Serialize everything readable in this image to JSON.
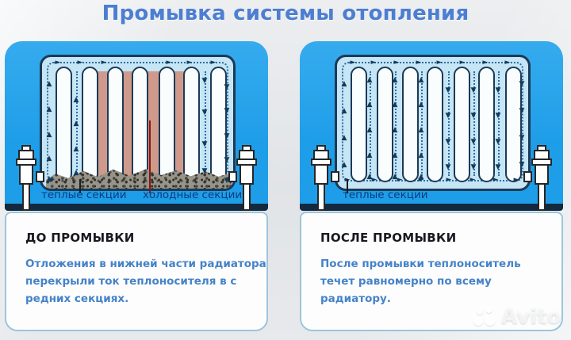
{
  "title": "Промывка системы отопления",
  "panels": {
    "before": {
      "radiator_labels": {
        "warm": "теплые секции",
        "cold": "холодные секции"
      },
      "card": {
        "heading": "ДО ПРОМЫВКИ",
        "body_lines": [
          "Отложения в нижней части радиатора",
          "перекрыли ток теплоносителя в с",
          "редних секциях."
        ]
      }
    },
    "after": {
      "radiator_labels": {
        "warm": "теплые секции"
      },
      "card": {
        "heading": "ПОСЛЕ ПРОМЫВКИ",
        "body_lines": [
          "После промывки теплоноситель",
          "течет равномерно по всему",
          "радиатору."
        ]
      }
    }
  },
  "watermark": {
    "brand": "Avito"
  },
  "icons": {
    "arrow_up": "▲",
    "arrow_down": "▼",
    "arrow_right": "►"
  },
  "colors": {
    "title_blue": "#4C7ED2",
    "panel_blue": "#1E9EE8",
    "panel_blue_light": "#36ABEE",
    "radiator_fill": "#C6E5F5",
    "outline_navy": "#1C3A57",
    "tube_fill": "#FAFDFE",
    "cold_pink": "#CF9A8B",
    "arrow_navy": "#123C5C",
    "dotted_blue": "#2E6EA0",
    "label_navy": "#0A3C7E",
    "band_navy": "#13293F",
    "heading_dark": "#191923",
    "body_blue": "#4583C8",
    "card_bg": "#FDFDFD",
    "card_border": "#9DC5DB",
    "sediment_base": "#98948A",
    "indicator_red": "#8B170E"
  }
}
